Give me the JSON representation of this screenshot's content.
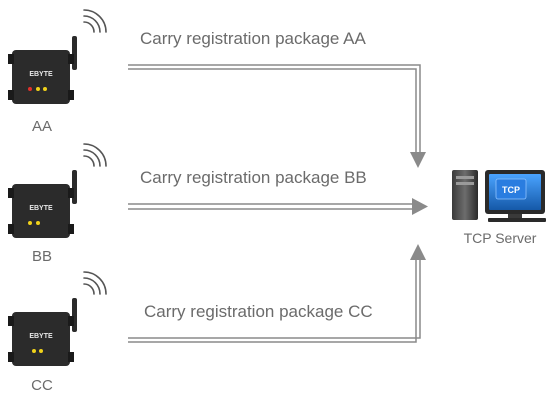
{
  "devices": [
    {
      "id": "AA",
      "label": "AA",
      "brand": "EBYTE",
      "message": "Carry registration package AA"
    },
    {
      "id": "BB",
      "label": "BB",
      "brand": "EBYTE",
      "message": "Carry registration package BB"
    },
    {
      "id": "CC",
      "label": "CC",
      "brand": "EBYTE",
      "message": "Carry registration package CC"
    }
  ],
  "server": {
    "screen_text": "TCP",
    "label": "TCP Server"
  },
  "colors": {
    "text": "#6b6b6b",
    "arrow": "#8a8a8a",
    "device_body": "#2b2b2b",
    "server_screen": "#1f6fc0",
    "led_red": "#e0312b",
    "led_yellow": "#f0d21a"
  }
}
